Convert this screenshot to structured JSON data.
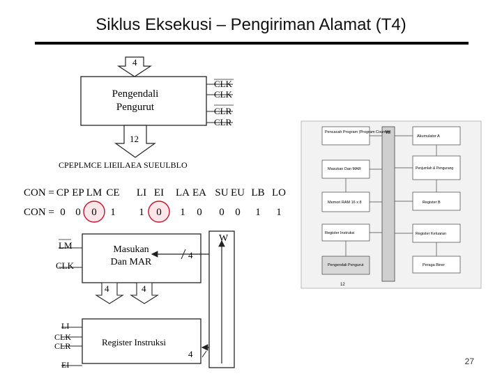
{
  "slide": {
    "title": "Siklus Eksekusi – Pengiriman Alamat (T4)",
    "page_number": "27"
  },
  "control_unit": {
    "label_line1": "Pengendali",
    "label_line2": "Pengurut",
    "input_bus_width": "4",
    "output_bus_width": "12",
    "inputs": [
      "CLK",
      "CLK",
      "CLR",
      "CLR"
    ]
  },
  "control_word": {
    "signal_row_text": "CPEPLMCE LIEILAEA SUEULBLO",
    "row1_label": "CON =",
    "row2_label": "CON =",
    "signals": [
      "CP",
      "EP",
      "LM",
      "CE",
      "LI",
      "EI",
      "LA",
      "EA",
      "SU",
      "EU",
      "LB",
      "LO"
    ],
    "values": [
      "0",
      "0",
      "0",
      "1",
      "1",
      "0",
      "1",
      "0",
      "0",
      "0",
      "1",
      "1"
    ],
    "highlight_color": "#c0142a"
  },
  "mar_block": {
    "label_line1": "Masukan",
    "label_line2": "Dan MAR",
    "inputs": [
      "LM",
      "CLK"
    ],
    "bus_in": "4",
    "out_left": "4",
    "out_right": "4"
  },
  "ir_block": {
    "label": "Register Instruksi",
    "inputs": [
      "LI",
      "CLK",
      "CLR",
      "EI"
    ],
    "bus_in": "4"
  },
  "w_bus": {
    "label": "W"
  },
  "overview": {
    "blocks": [
      "Pencacah Program (Program Counter)",
      "Masukan Dan MAR",
      "Memori RAM 16 x 8",
      "Register Instruksi",
      "Pengendali Pengurut",
      "Akumulator A",
      "Penjumlah & Pengurang",
      "Register B",
      "Register Keluaran",
      "Peraga Biner"
    ],
    "bus_label": "W",
    "bottom_bus_width": "12"
  }
}
